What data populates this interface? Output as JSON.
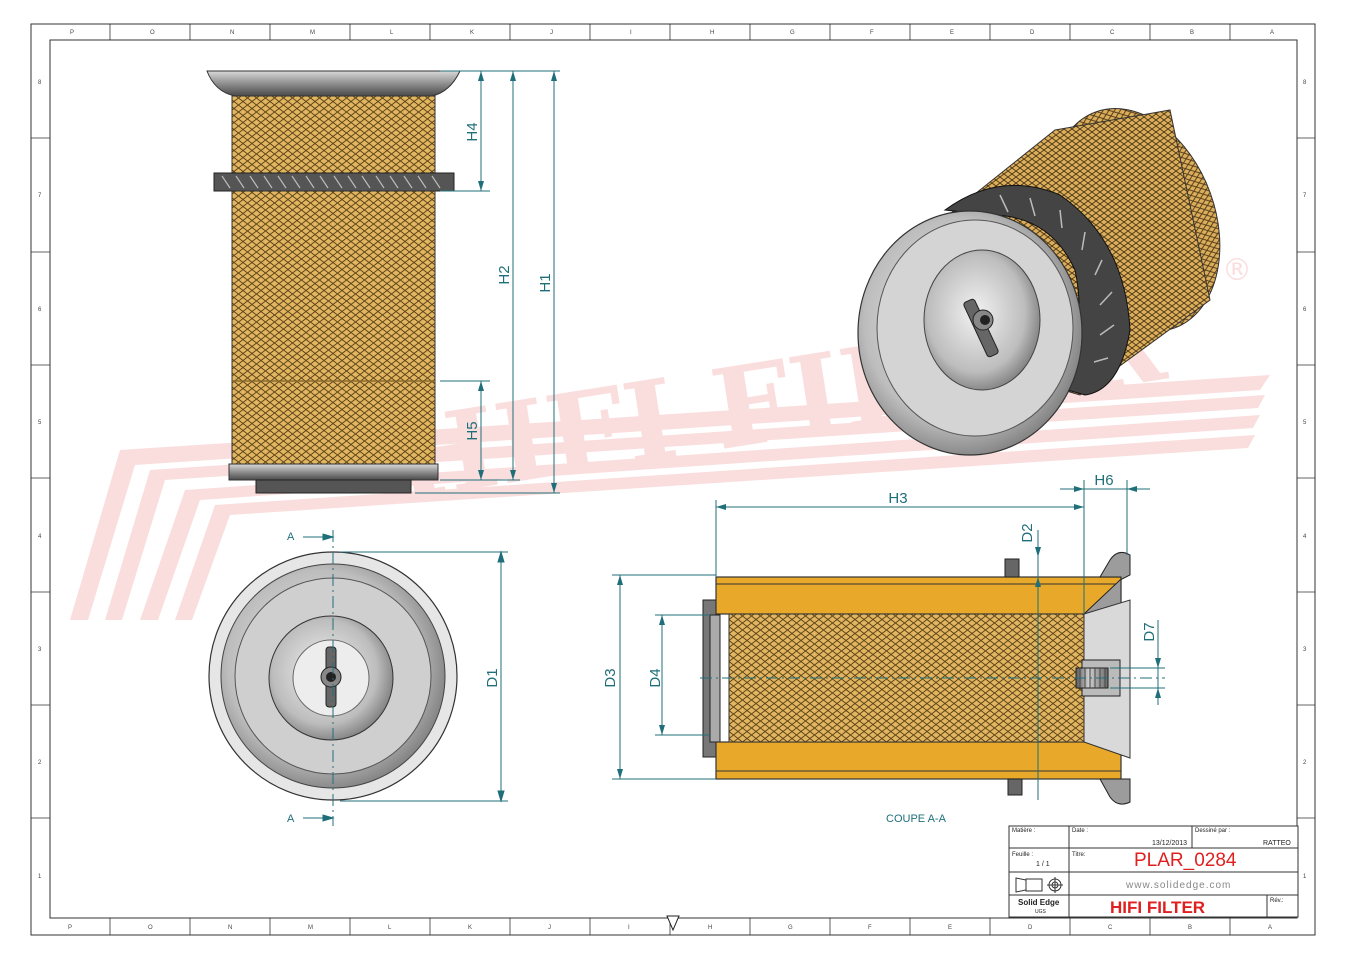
{
  "drawing": {
    "watermark": "HIFI FILTER",
    "watermark_mark": "®",
    "section_label": "COUPE A-A",
    "section_marks": [
      "A",
      "A"
    ]
  },
  "dimensions": {
    "H1": "H1",
    "H2": "H2",
    "H3": "H3",
    "H4": "H4",
    "H5": "H5",
    "H6": "H6",
    "D1": "D1",
    "D2": "D2",
    "D3": "D3",
    "D4": "D4",
    "D7": "D7"
  },
  "border_zones": {
    "top_letters": [
      "P",
      "O",
      "N",
      "M",
      "L",
      "K",
      "J",
      "I",
      "H",
      "G",
      "F",
      "E",
      "D",
      "C",
      "B",
      "A"
    ],
    "bottom_letters": [
      "P",
      "O",
      "N",
      "M",
      "L",
      "K",
      "J",
      "I",
      "H",
      "G",
      "F",
      "E",
      "D",
      "C",
      "B",
      "A"
    ],
    "right_numbers": [
      "8",
      "7",
      "6",
      "5",
      "4",
      "3",
      "2",
      "1"
    ],
    "left_numbers": [
      "8",
      "7",
      "6",
      "5",
      "4",
      "3",
      "2",
      "1"
    ]
  },
  "title_block": {
    "matiere_label": "Matière :",
    "date_label": "Date :",
    "date_value": "13/12/2013",
    "designer_label": "Dessiné par :",
    "designer_value": "RATTEO",
    "feuille_label": "Feuille :",
    "feuille_value": "1 / 1",
    "titre_label": "Titre:",
    "titre_value": "PLAR_0284",
    "website": "www.solidedge.com",
    "software": "Solid Edge",
    "software_sub": "UGS",
    "company": "HIFI FILTER",
    "rev_label": "Rév.:"
  },
  "colors": {
    "dimension": "#1f6f7a",
    "media": "#d8a64a",
    "media_dark": "#7a5a22",
    "section_fill": "#e8a92a",
    "metal": "#9c9c9c",
    "watermark": "#e33a3a",
    "title_red": "#e02020"
  }
}
